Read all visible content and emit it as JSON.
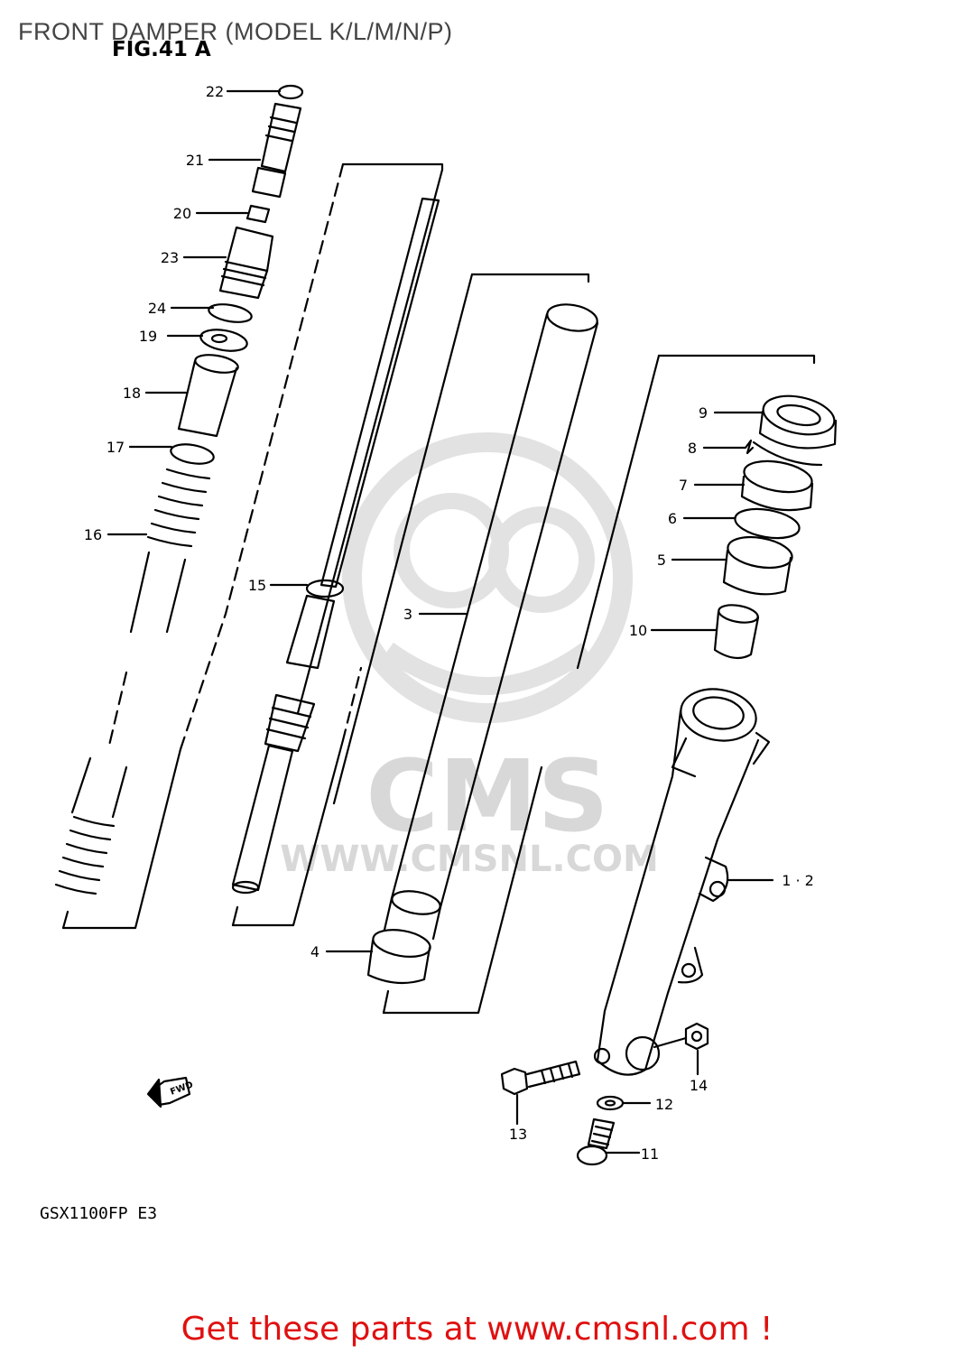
{
  "header": {
    "title": "FRONT DAMPER (MODEL K/L/M/N/P)"
  },
  "figure": {
    "label": "FIG.41 A",
    "model_code": "GSX1100FP E3",
    "direction_arrow": "FWD"
  },
  "watermark": {
    "brand": "CMS",
    "url": "WWW.CMSNL.COM"
  },
  "callouts": [
    "22",
    "21",
    "20",
    "23",
    "24",
    "19",
    "18",
    "17",
    "16",
    "15",
    "3",
    "9",
    "8",
    "7",
    "6",
    "5",
    "10",
    "1 · 2",
    "4",
    "14",
    "12",
    "13",
    "11"
  ],
  "footer": {
    "cta": "Get these parts at www.cmsnl.com !"
  }
}
